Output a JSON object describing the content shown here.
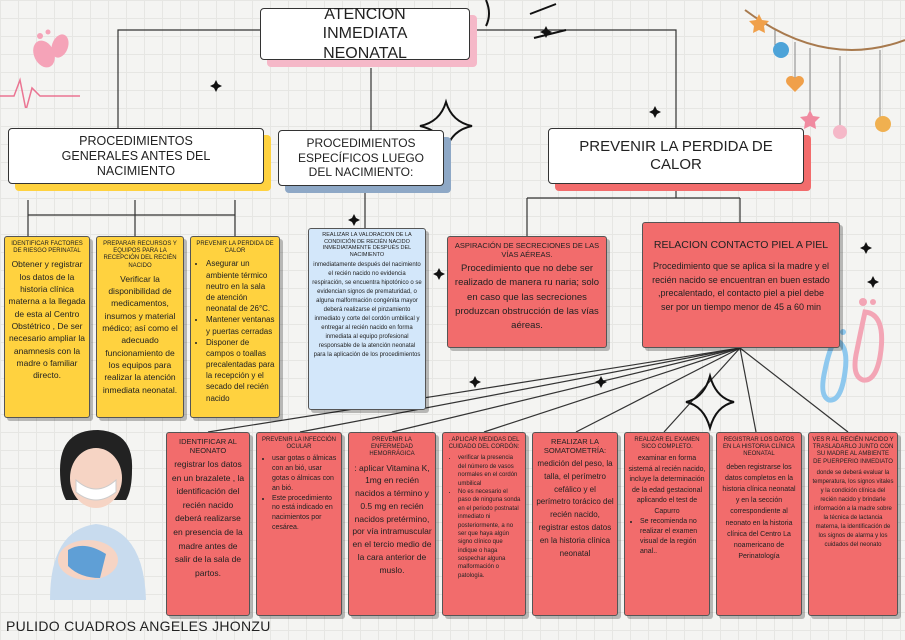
{
  "title": "ATENCION INMEDIATA NEONATAL",
  "author": "PULIDO CUADROS ANGELES JHONZU",
  "sections": {
    "general": "PROCEDIMIENTOS GENERALES ANTES DEL NACIMIENTO",
    "specific": "PROCEDIMIENTOS ESPECÍFICOS LUEGO DEL NACIMIENTO:",
    "heat": "PREVENIR LA PERDIDA DE CALOR"
  },
  "general_boxes": [
    {
      "title": "IDENTIFICAR FACTORES DE RIESGO PERINATAL",
      "body": "Obtener y registrar los datos de la historia clínica materna a la llegada de esta al Centro Obstétrico , De ser necesario ampliar la anamnesis con la madre o familiar directo."
    },
    {
      "title": "PREPARAR RECURSOS Y EQUIPOS PARA LA RECEPCIÓN DEL RECIÉN NACIDO",
      "body": "Verificar la disponibilidad de medicamentos, insumos y material médico; así como el adecuado funcionamiento de los equipos para realizar la atención inmediata neonatal."
    },
    {
      "title": "PREVENIR LA PERDIDA DE CALOR",
      "items": [
        "Asegurar un ambiente térmico neutro en la sala de atención neonatal de 26°C.",
        "Mantener ventanas y puertas cerradas",
        "Disponer de campos o toallas precalentadas para la recepción y el secado del recién nacido"
      ]
    }
  ],
  "specific_box": {
    "title": "REALIZAR LA VALORACION DE LA CONDICIÓN DE RECIÉN NACIDO INMEDIATAMENTE DESPUÉS DEL NACIMIENTO",
    "body": "inmediatamente después del nacimiento el recién nacido no evidencia respiración, se encuentra hipotónico o se evidencian signos de prematuridad, o alguna malformación congénita mayor deberá realizarse el pinzamiento inmediato y corte del cordón umbilical y entregar al recién nacido en forma inmediata al equipo profesional responsable de la atención neonatal para la aplicación de los procedimientos"
  },
  "heat_boxes": [
    {
      "title": "ASPIRACIÓN DE SECRECIONES DE LAS VÍAS AÉREAS.",
      "body": "Procedimiento que no debe ser realizado de manera ru naria; solo en caso que las secreciones produzcan obstrucción de las vías aéreas."
    },
    {
      "title": "RELACION CONTACTO PIEL A PIEL",
      "body": "Procedimiento que se aplica si la madre y el recién nacido se encuentran en buen estado ,precalentado, el contacto piel a piel debe ser por un tiempo menor de 45 a 60 min"
    }
  ],
  "bottom_boxes": [
    {
      "title": "IDENTIFICAR AL NEONATO",
      "body": "registrar los datos en un brazalete , la identificación del recién nacido deberá realizarse en presencia de la madre antes de salir de la sala de partos."
    },
    {
      "title": "PREVENIR LA INFECCIÓN OCULAR",
      "items": [
        "usar gotas o álmicas con an bió, usar gotas o álmicas con an bió.",
        "Este procedimiento no está indicado en nacimientos por cesárea."
      ]
    },
    {
      "title": "PREVENIR LA ENFERMEDAD HEMORRÁGICA",
      "body": ": aplicar Vitamina K, 1mg en recién nacidos a término y 0.5 mg en recién nacidos pretérmino, por vía intramuscular en el tercio medio de la cara anterior de muslo."
    },
    {
      "title": ". APLICAR MEDIDAS DEL CUIDADO DEL CORDÓN:",
      "items": [
        "verificar la presencia del número de vasos normales en el cordón umbilical",
        "No es necesario el paso de ninguna sonda en el periodo postnatal inmediato ni posteriormente, a no ser que haya algún signo clínico que indique o haga sospechar alguna malformación o patología."
      ]
    },
    {
      "title": "REALIZAR LA SOMATOMETRÍA:",
      "body": "medición del peso, la talla, el perímetro cefálico y el perímetro torácico del recién nacido, registrar estos datos en la historia clínica neonatal"
    },
    {
      "title": "REALIZAR EL EXAMEN SICO COMPLETO.",
      "body": "examinar en forma sistemá al recién nacido, incluye la determinación de la edad gestacional aplicando el test de Capurro",
      "items": [
        "Se recomienda no realizar el examen visual de la región anal.."
      ]
    },
    {
      "title": "REGISTRAR LOS DATOS EN LA HISTORIA CLÍNICA NEONATAL",
      "body": "deben registrarse los datos completos en la historia clínica neonatal y en la sección correspondiente al neonato en la historia clínica del Centro La noamericano de Perinatología"
    },
    {
      "title": "VES R AL RECIÉN NACIDO Y TRASLADARLO JUNTO CON SU MADRE AL AMBIENTE DE PUERPERIO INMEDIATO",
      "body": "donde se deberá evaluar la temperatura, los signos vitales y la condición clínica del recién nacido y brindarle información a la madre sobre la técnica de lactancia materna, la identificación de los signos de alarma y los cuidados del neonato"
    }
  ],
  "colors": {
    "yellow": "#ffd23f",
    "blue": "#d3e7fa",
    "red": "#f26c6c",
    "pink": "#f5b8c8"
  }
}
